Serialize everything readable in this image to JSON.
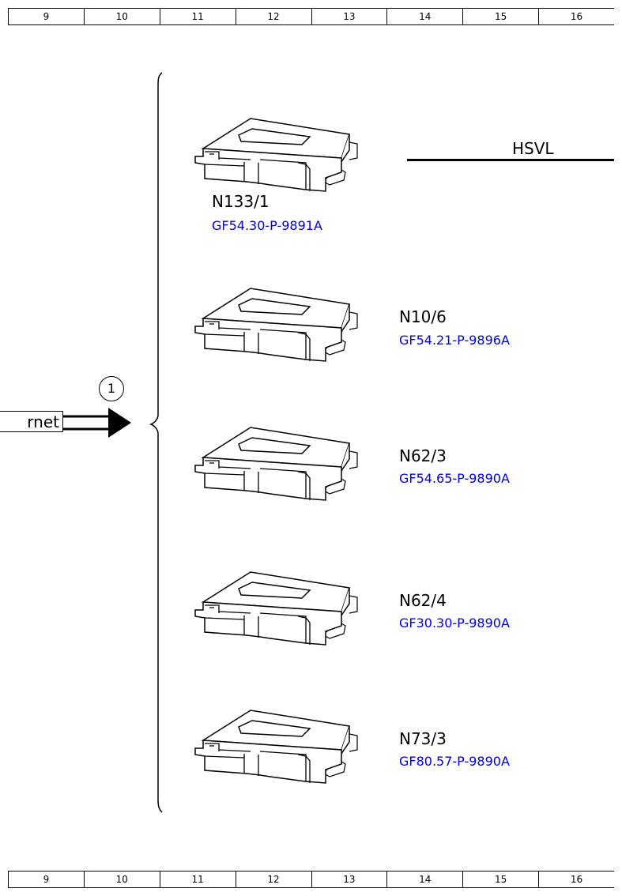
{
  "ruler": {
    "columns": [
      "9",
      "10",
      "11",
      "12",
      "13",
      "14",
      "15",
      "16"
    ]
  },
  "bus": {
    "name": "HSVL"
  },
  "source": {
    "label": "rnet",
    "marker": "1"
  },
  "modules": [
    {
      "name": "N133/1",
      "ref": "GF54.30-P-9891A"
    },
    {
      "name": "N10/6",
      "ref": "GF54.21-P-9896A"
    },
    {
      "name": "N62/3",
      "ref": "GF54.65-P-9890A"
    },
    {
      "name": "N62/4",
      "ref": "GF30.30-P-9890A"
    },
    {
      "name": "N73/3",
      "ref": "GF80.57-P-9890A"
    }
  ],
  "colors": {
    "link": "#0000cc",
    "line": "#000000"
  }
}
